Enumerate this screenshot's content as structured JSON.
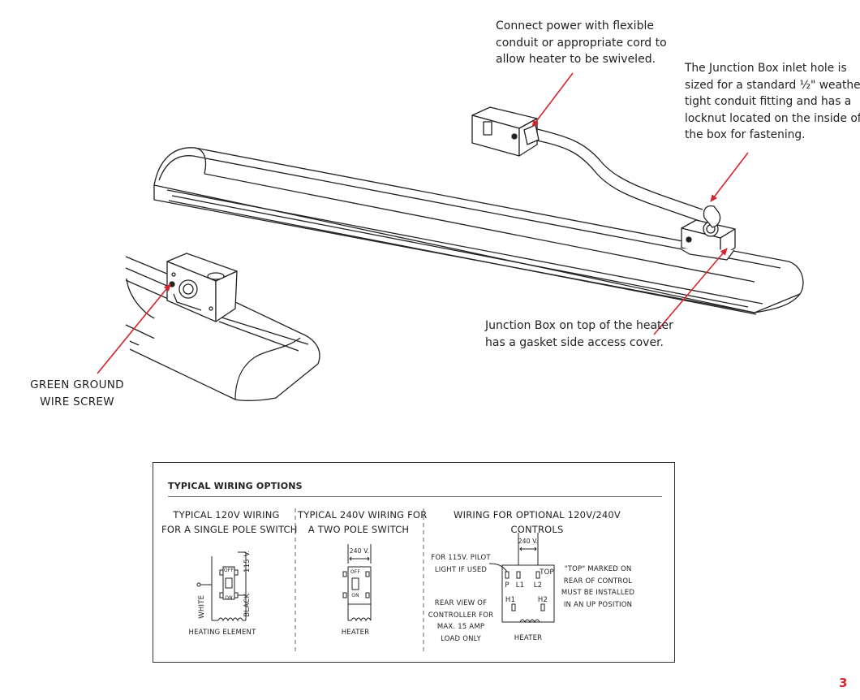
{
  "callouts": {
    "flexible_conduit": [
      "Connect power with flexible",
      "conduit or appropriate cord to",
      "allow heater to be swiveled."
    ],
    "inlet_hole": [
      "The Junction Box inlet hole is",
      "sized for a standard ½\" weather",
      "tight conduit fitting and has a",
      "locknut located on the inside of",
      "the box for fastening."
    ],
    "gasket_cover": [
      "Junction Box on top of the heater",
      "has a gasket side access cover."
    ],
    "ground_screw": [
      "GREEN GROUND",
      "WIRE SCREW"
    ]
  },
  "wiring": {
    "title": "TYPICAL WIRING OPTIONS",
    "col1": {
      "heading": [
        "TYPICAL 120V WIRING",
        "FOR A SINGLE POLE SWITCH"
      ],
      "voltage": "115 V.",
      "off": "OFF",
      "on": "ON",
      "white": "WHITE",
      "black": "BLACK",
      "caption": "HEATING ELEMENT"
    },
    "col2": {
      "heading": [
        "TYPICAL 240V WIRING FOR",
        "A TWO POLE SWITCH"
      ],
      "voltage": "240 V.",
      "off": "OFF",
      "on": "ON",
      "caption": "HEATER"
    },
    "col3": {
      "heading": "WIRING FOR OPTIONAL 120V/240V CONTROLS",
      "voltage": "240 V.",
      "pilot_note": [
        "FOR 115V. PILOT",
        "LIGHT IF USED"
      ],
      "terminals": {
        "p": "P",
        "l1": "L1",
        "l2": "L2",
        "top": "TOP",
        "h1": "H1",
        "h2": "H2"
      },
      "rear_view": [
        "REAR VIEW OF",
        "CONTROLLER FOR",
        "MAX. 15 AMP",
        "LOAD ONLY"
      ],
      "top_note": [
        "\"TOP\" MARKED ON",
        "REAR OF CONTROL",
        "MUST BE INSTALLED",
        "IN AN UP POSITION"
      ],
      "caption": "HEATER"
    }
  },
  "page_number": "3",
  "colors": {
    "arrow": "#d4252f",
    "line": "#222222"
  }
}
